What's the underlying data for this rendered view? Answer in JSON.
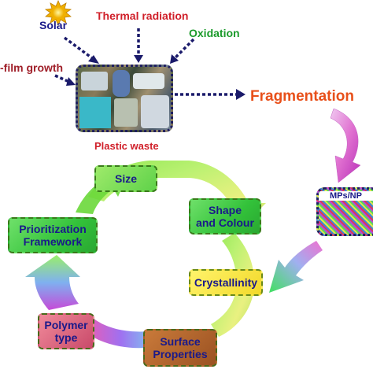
{
  "sources": {
    "solar": "Solar",
    "thermal_radiation": "Thermal radiation",
    "oxidation": "Oxidation",
    "film_growth": "-film growth"
  },
  "plastic_waste": {
    "caption": "Plastic waste"
  },
  "fragmentation": {
    "label": "Fragmentation"
  },
  "mps": {
    "label": "MPs/NP"
  },
  "cycle": {
    "size": "Size",
    "shape_line1": "Shape",
    "shape_line2": "and Colour",
    "crystallinity": "Crystallinity",
    "surface_line1": "Surface",
    "surface_line2": "Properties",
    "polymer_line1": "Polymer",
    "polymer_line2": "type",
    "prioritization_line1": "Prioritization",
    "prioritization_line2": "Framework"
  },
  "colors": {
    "solar": "#1a1a8a",
    "thermal_radiation": "#d0202a",
    "oxidation": "#1a9a2a",
    "film_growth": "#a0202a",
    "caption": "#d0202a",
    "fragmentation": "#e8501a",
    "dashed_arrow": "#1a1a6a"
  }
}
